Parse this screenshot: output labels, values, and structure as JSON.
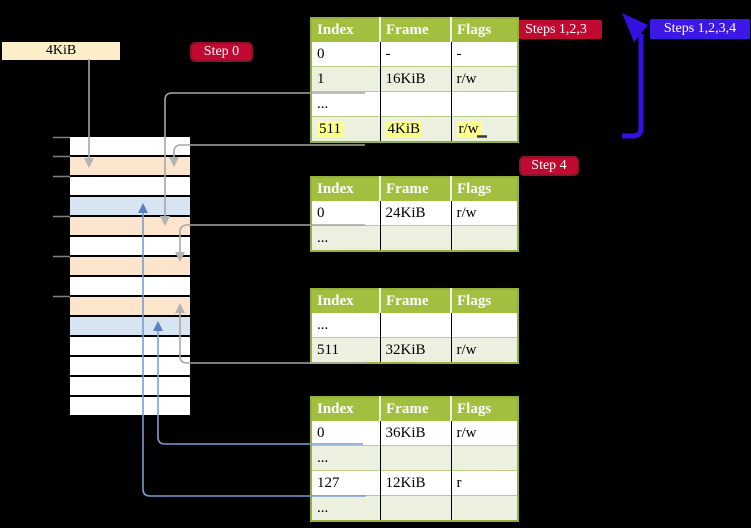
{
  "labels": {
    "page_size": "4KiB",
    "step0": "Step 0",
    "steps123": "Steps 1,2,3",
    "steps1234": "Steps 1,2,3,4",
    "step4": "Step 4"
  },
  "colors": {
    "background": "#000000",
    "table_header_green": "#a3bf3f",
    "table_border_green": "#96b03c",
    "row_light_green": "#ebf1de",
    "row_white": "#ffffff",
    "row_peach": "#fce5cd",
    "row_blue": "#d7e4f1",
    "highlight_yellow": "#ffff8c",
    "label_cream_bg": "#fbeec9",
    "step_red_bg": "#c00a31",
    "step_red_border": "#8c1228",
    "steps_blue_bg": "#3d17e8",
    "line_gray": "#a6a6a6",
    "arrow_gray": "#b3b3b3",
    "line_blue": "#7d9cd1",
    "arrow_blue": "#5d80be",
    "thick_arrow_blue": "#3312e0",
    "tick_gray": "#7f7f7f"
  },
  "memory": {
    "rows": [
      {
        "color": "row_white"
      },
      {
        "color": "row_peach"
      },
      {
        "color": "row_white"
      },
      {
        "color": "row_blue"
      },
      {
        "color": "row_peach"
      },
      {
        "color": "row_white"
      },
      {
        "color": "row_peach"
      },
      {
        "color": "row_white"
      },
      {
        "color": "row_peach"
      },
      {
        "color": "row_blue"
      },
      {
        "color": "row_white"
      },
      {
        "color": "row_white"
      },
      {
        "color": "row_white"
      },
      {
        "color": "row_white"
      }
    ]
  },
  "page_tables": [
    {
      "headers": [
        "Index",
        "Frame",
        "Flags"
      ],
      "rows": [
        {
          "cells": [
            "0",
            "-",
            "-"
          ],
          "bg": "white",
          "highlight": false
        },
        {
          "cells": [
            "1",
            "16KiB",
            "r/w"
          ],
          "bg": "green",
          "highlight": false
        },
        {
          "cells": [
            "...",
            "",
            ""
          ],
          "bg": "white",
          "highlight": false
        },
        {
          "cells": [
            "511",
            "4KiB",
            "r/w"
          ],
          "bg": "green",
          "highlight": true
        }
      ]
    },
    {
      "headers": [
        "Index",
        "Frame",
        "Flags"
      ],
      "rows": [
        {
          "cells": [
            "0",
            "24KiB",
            "r/w"
          ],
          "bg": "white",
          "highlight": false
        },
        {
          "cells": [
            "...",
            "",
            ""
          ],
          "bg": "green",
          "highlight": false
        }
      ]
    },
    {
      "headers": [
        "Index",
        "Frame",
        "Flags"
      ],
      "rows": [
        {
          "cells": [
            "...",
            "",
            ""
          ],
          "bg": "white",
          "highlight": false
        },
        {
          "cells": [
            "511",
            "32KiB",
            "r/w"
          ],
          "bg": "green",
          "highlight": false
        }
      ]
    },
    {
      "headers": [
        "Index",
        "Frame",
        "Flags"
      ],
      "rows": [
        {
          "cells": [
            "0",
            "36KiB",
            "r/w"
          ],
          "bg": "white",
          "highlight": false
        },
        {
          "cells": [
            "...",
            "",
            ""
          ],
          "bg": "green",
          "highlight": false
        },
        {
          "cells": [
            "127",
            "12KiB",
            "r"
          ],
          "bg": "white",
          "highlight": false
        },
        {
          "cells": [
            "...",
            "",
            ""
          ],
          "bg": "green",
          "highlight": false
        }
      ]
    }
  ]
}
